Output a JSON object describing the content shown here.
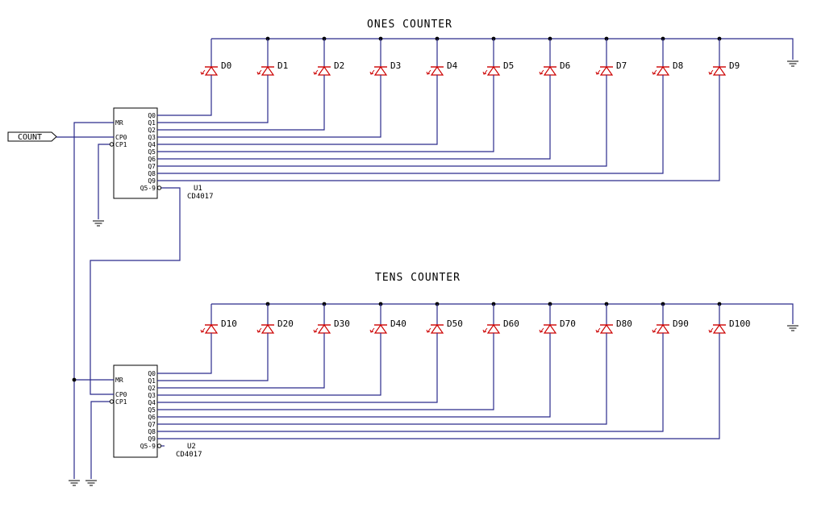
{
  "colors": {
    "wire": "#2b2b8c",
    "diode": "#cc0000",
    "line": "#000000",
    "background": "#ffffff"
  },
  "input_label": "COUNT",
  "ones": {
    "title": "ONES COUNTER",
    "chip_ref": "U1",
    "chip_part": "CD4017",
    "diodes": [
      "D0",
      "D1",
      "D2",
      "D3",
      "D4",
      "D5",
      "D6",
      "D7",
      "D8",
      "D9"
    ]
  },
  "tens": {
    "title": "TENS COUNTER",
    "chip_ref": "U2",
    "chip_part": "CD4017",
    "diodes": [
      "D10",
      "D20",
      "D30",
      "D40",
      "D50",
      "D60",
      "D70",
      "D80",
      "D90",
      "D100"
    ]
  },
  "chip_pins": {
    "left": [
      "MR",
      "CP0",
      "CP1"
    ],
    "right": [
      "Q0",
      "Q1",
      "Q2",
      "Q3",
      "Q4",
      "Q5",
      "Q6",
      "Q7",
      "Q8",
      "Q9",
      "Q5-9"
    ]
  },
  "icons": {
    "ground": "ground-icon",
    "diode": "diode-icon",
    "input_port": "input-port-icon"
  }
}
